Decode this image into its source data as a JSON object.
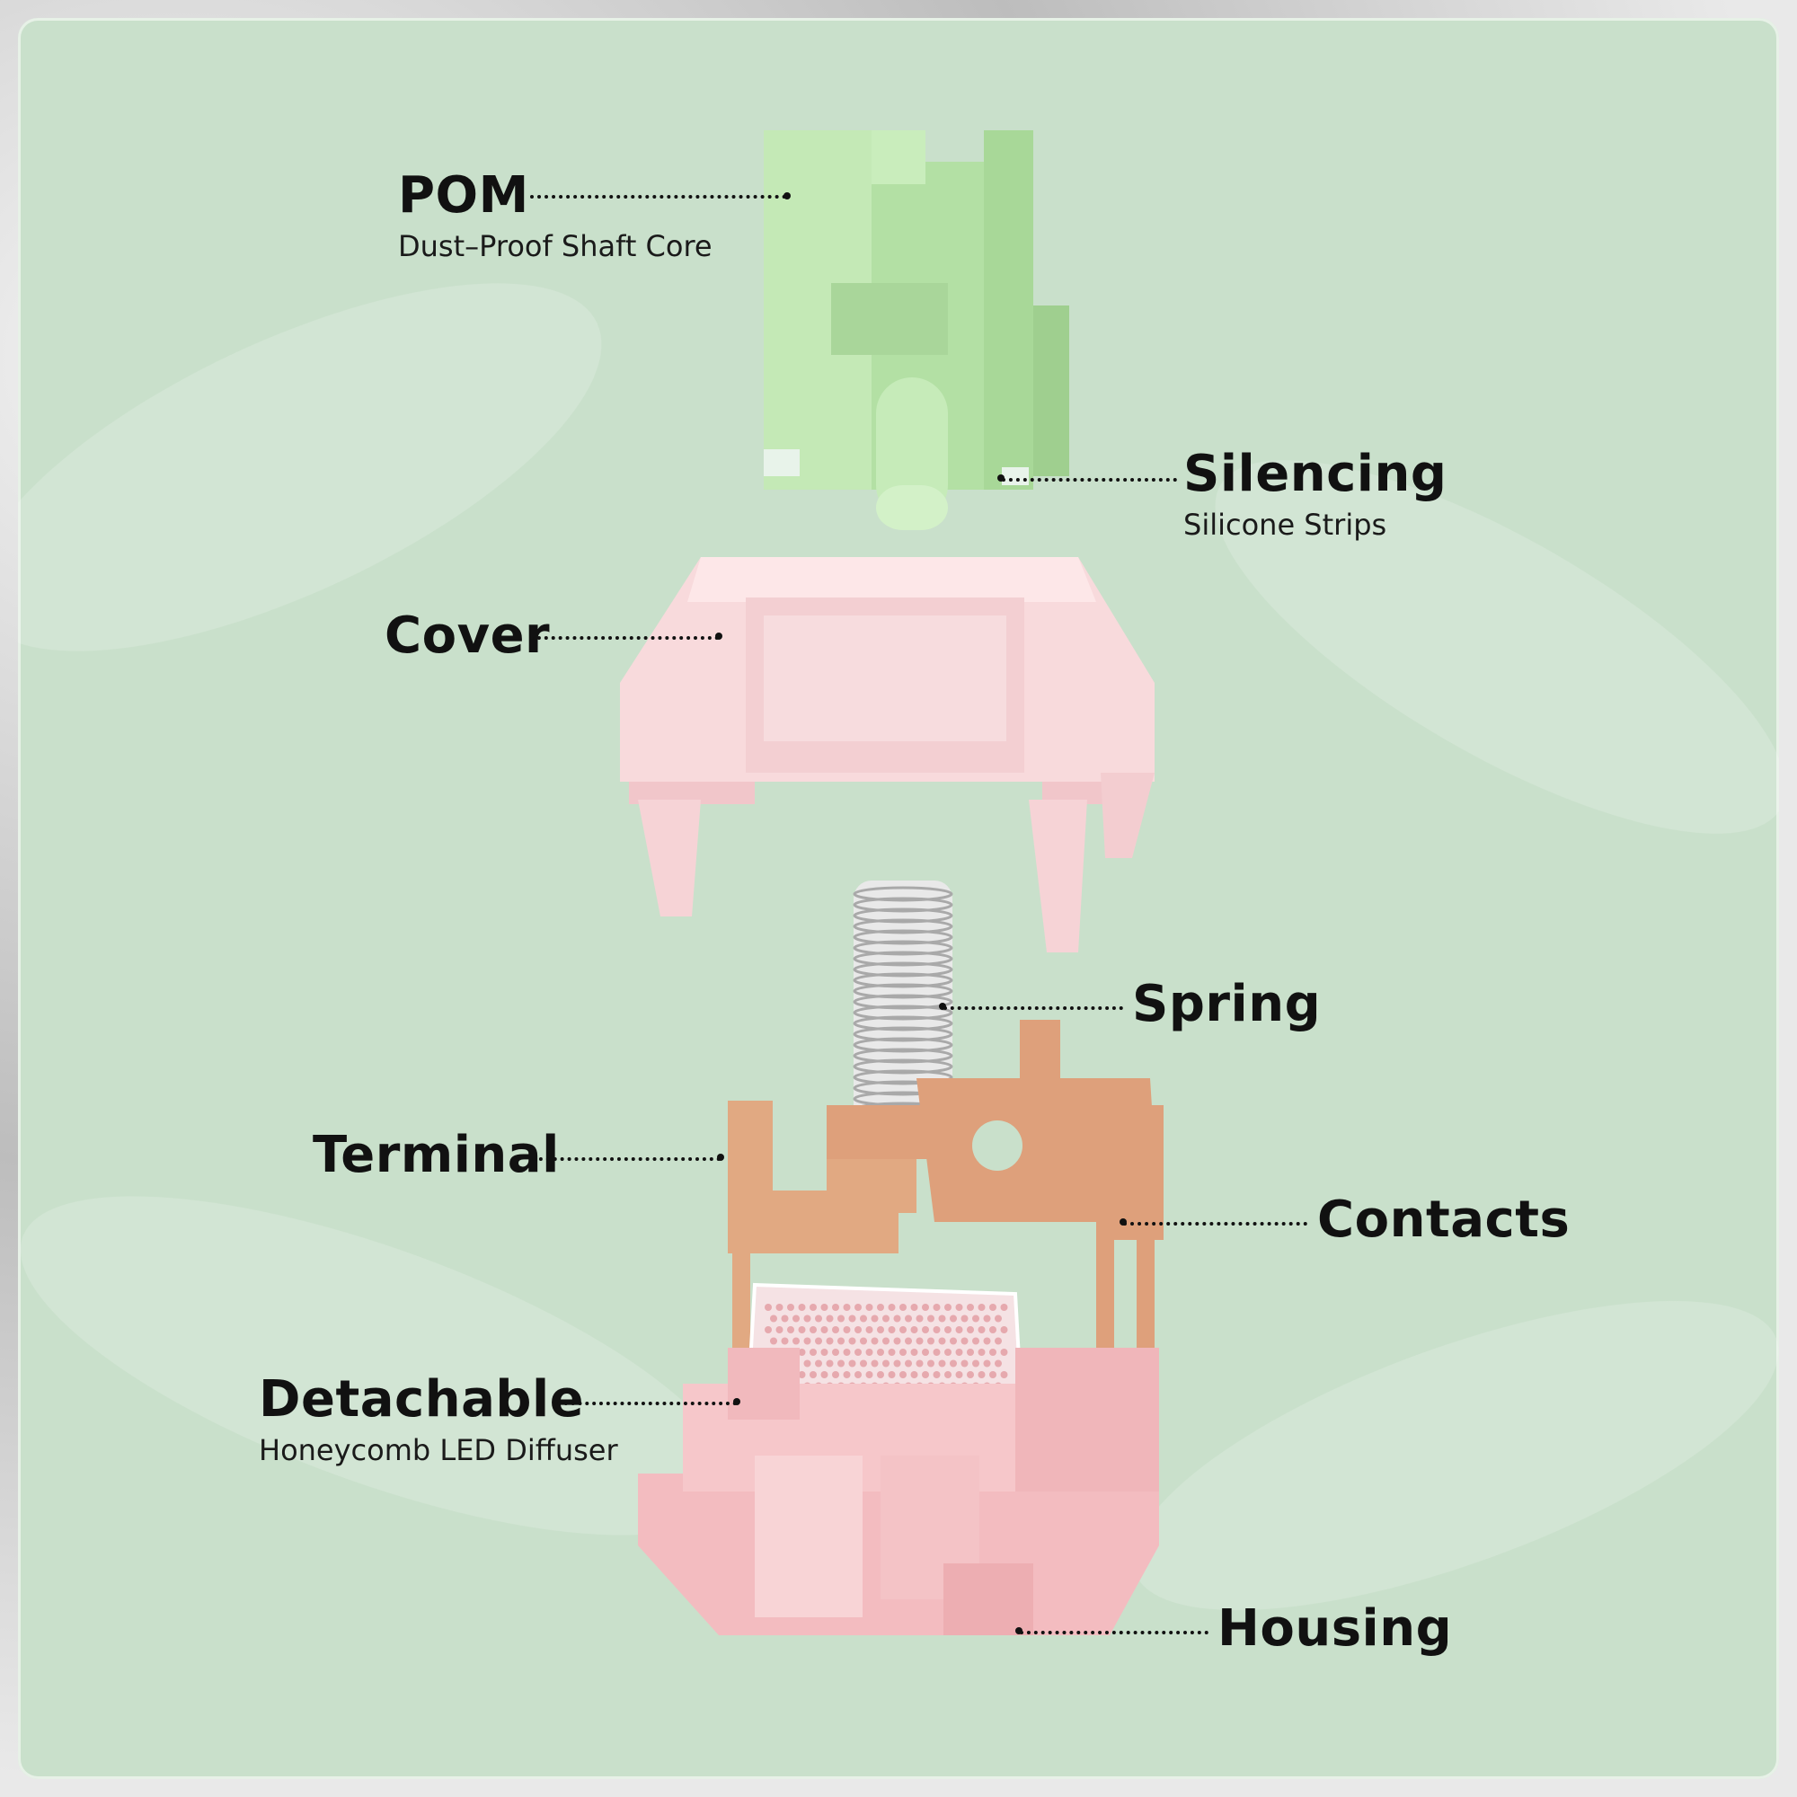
{
  "labels": {
    "pom": {
      "title": "POM",
      "subtitle": "Dust–Proof Shaft Core"
    },
    "silencing": {
      "title": "Silencing",
      "subtitle": "Silicone Strips"
    },
    "cover": {
      "title": "Cover"
    },
    "spring": {
      "title": "Spring"
    },
    "terminal": {
      "title": "Terminal"
    },
    "contacts": {
      "title": "Contacts"
    },
    "detachable": {
      "title": "Detachable",
      "subtitle": "Honeycomb LED Diffuser"
    },
    "housing": {
      "title": "Housing"
    }
  },
  "colors": {
    "background": "#c9e0cb",
    "stem": "#bfe6b3",
    "cover": "#f6d6d8",
    "housing": "#f2b8bc",
    "metal": "#e0a87f",
    "spring": "#cfcfcf",
    "text": "#111111"
  },
  "icons": [
    "stem-part",
    "cover-part",
    "spring-part",
    "terminal-part",
    "contacts-part",
    "diffuser-part",
    "housing-part"
  ]
}
